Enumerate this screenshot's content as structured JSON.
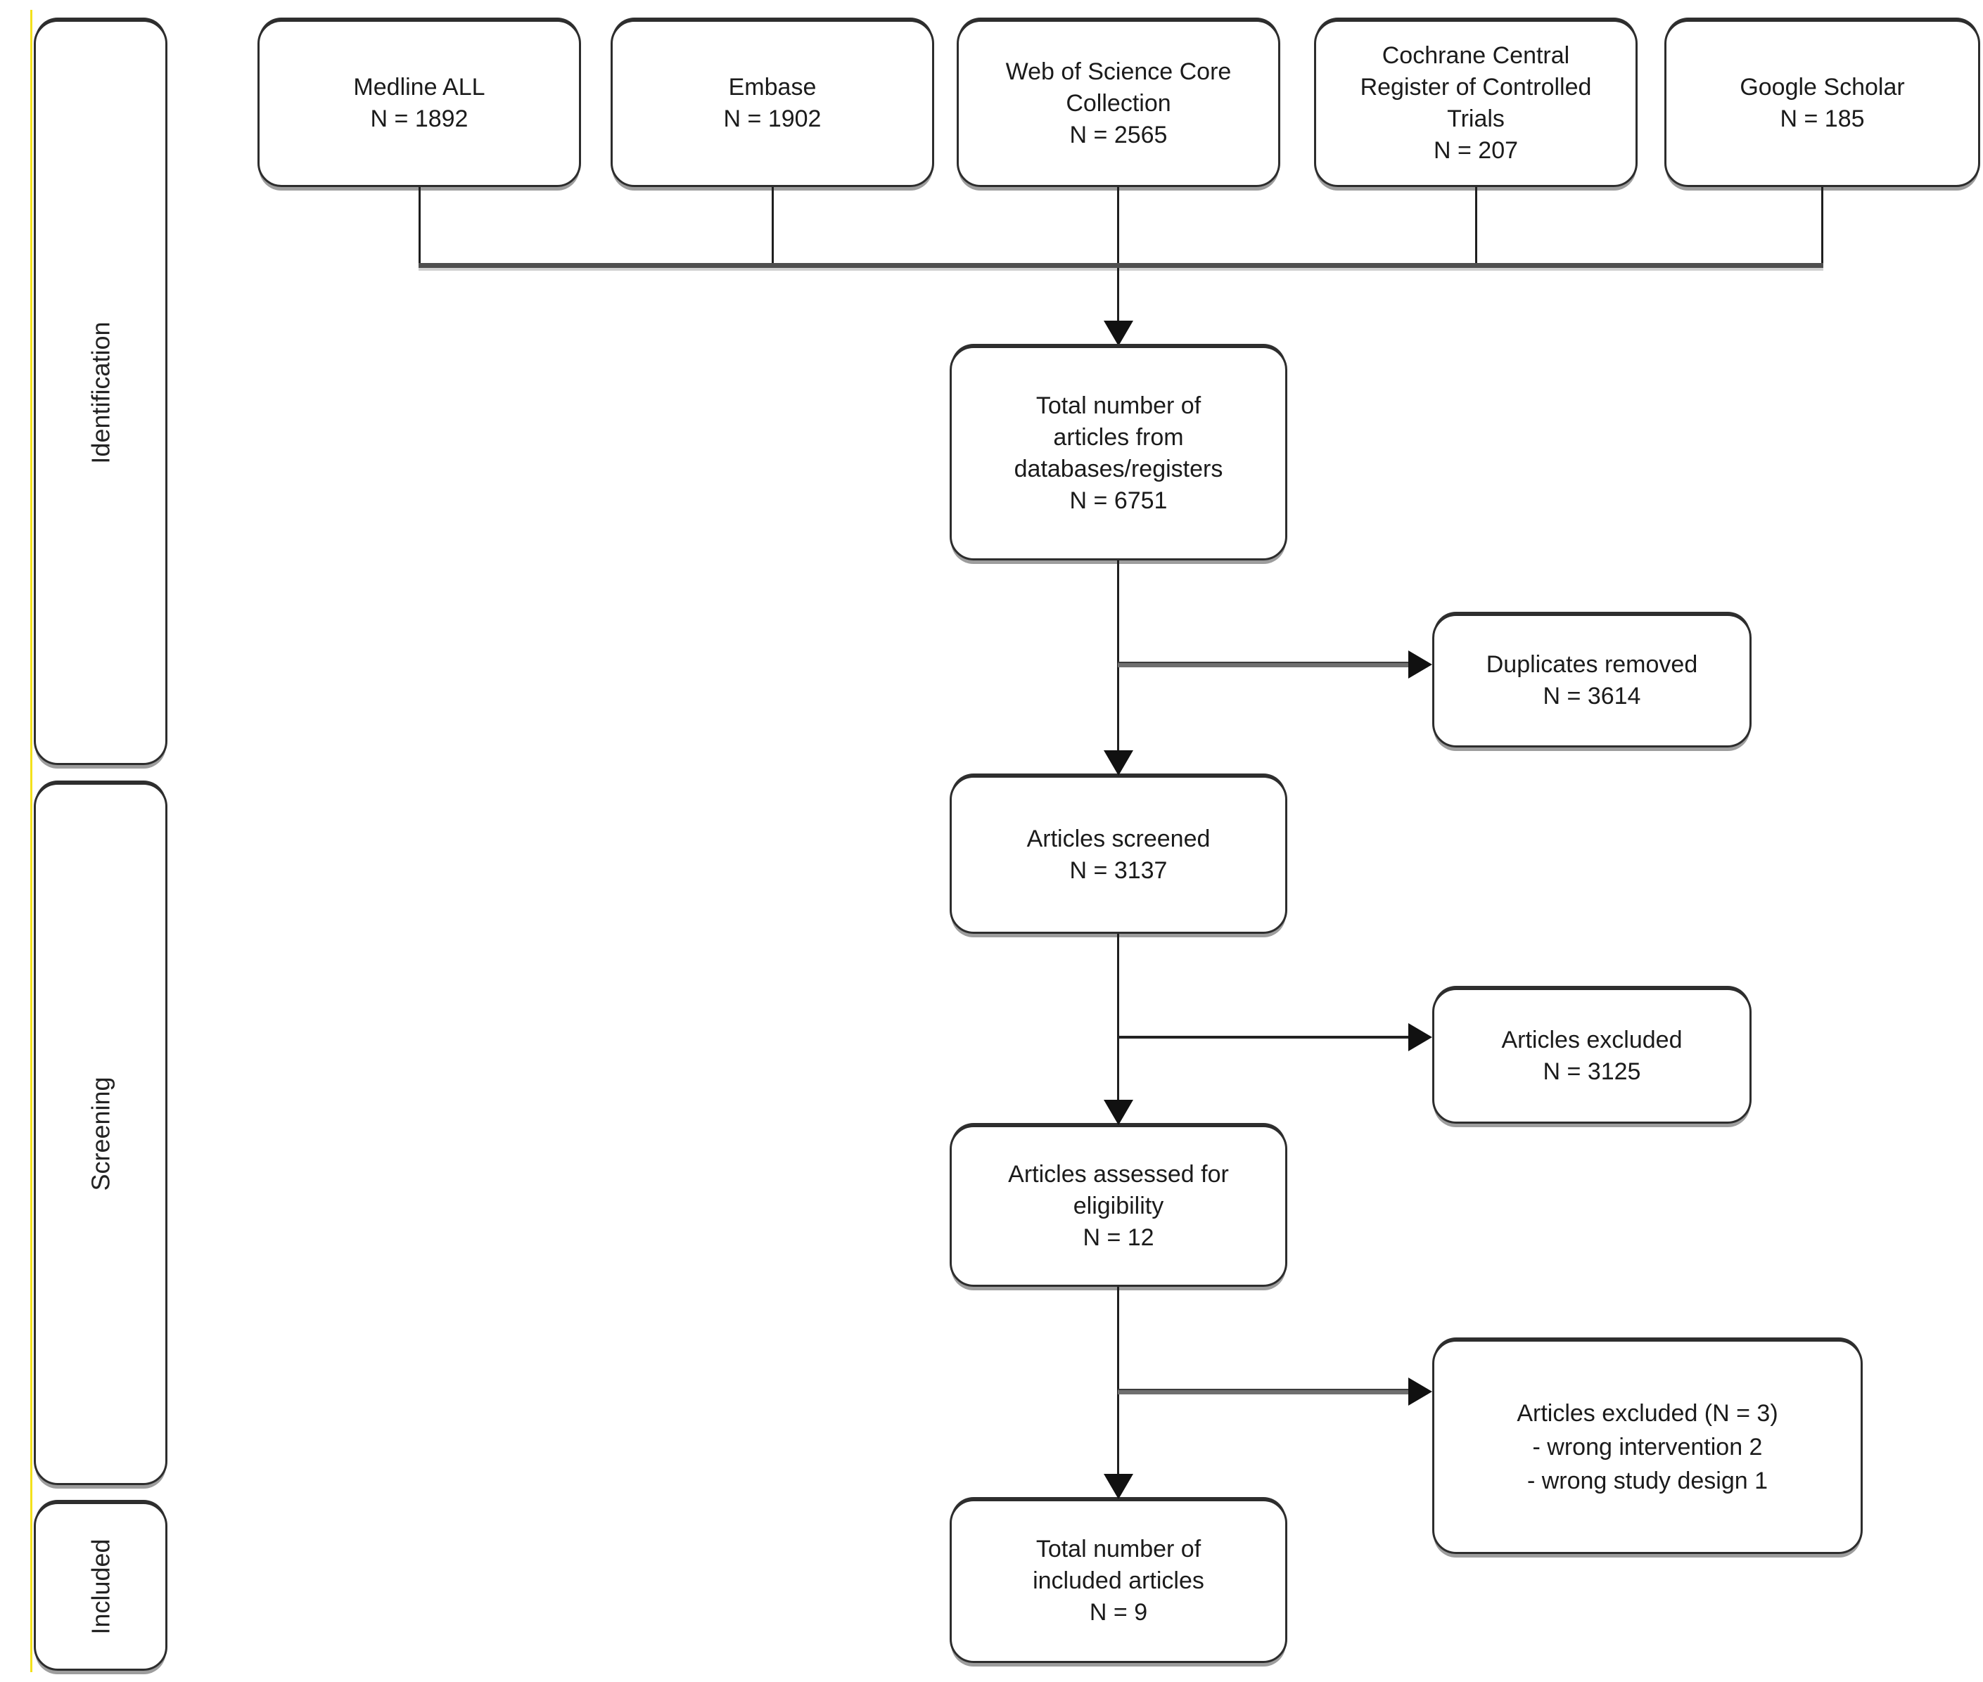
{
  "sidebar": {
    "identification": "Identification",
    "screening": "Screening",
    "included": "Included"
  },
  "sources": [
    {
      "name": "Medline ALL",
      "n": "N = 1892"
    },
    {
      "name": "Embase",
      "n": "N = 1902"
    },
    {
      "name": "Web of Science Core\nCollection",
      "n": "N = 2565"
    },
    {
      "name": "Cochrane Central\nRegister of Controlled\nTrials",
      "n": "N = 207"
    },
    {
      "name": "Google Scholar",
      "n": "N = 185"
    }
  ],
  "flow": {
    "total_identified": {
      "label": "Total number of\narticles from\ndatabases/registers",
      "n": "N = 6751"
    },
    "screened": {
      "label": "Articles screened",
      "n": "N = 3137"
    },
    "assessed": {
      "label": "Articles assessed for\neligibility",
      "n": "N = 12"
    },
    "included": {
      "label": "Total number of\nincluded articles",
      "n": "N = 9"
    }
  },
  "exclusions": {
    "duplicates": {
      "label": "Duplicates removed",
      "n": "N = 3614"
    },
    "screened": {
      "label": "Articles excluded",
      "n": "N = 3125"
    },
    "eligibility": {
      "label": "Articles excluded (N = 3)",
      "reasons": [
        "- wrong intervention 2",
        "- wrong study design 1"
      ]
    }
  }
}
